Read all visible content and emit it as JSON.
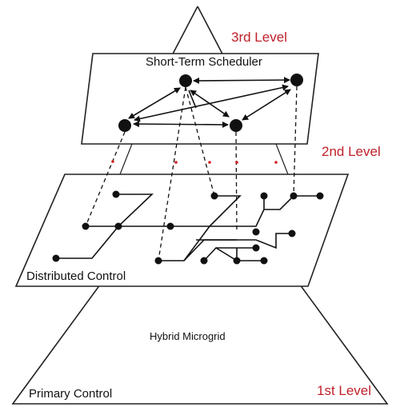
{
  "labels": {
    "level3": "3rd Level",
    "level2": "2nd Level",
    "level1": "1st Level",
    "short_term_scheduler": "Short-Term Scheduler",
    "distributed_control": "Distributed Control",
    "hybrid_microgrid": "Hybrid Microgrid",
    "primary_control": "Primary Control"
  },
  "colors": {
    "level_text": "#c0202a",
    "lines": "#111111",
    "dots_red": "#d02020"
  }
}
